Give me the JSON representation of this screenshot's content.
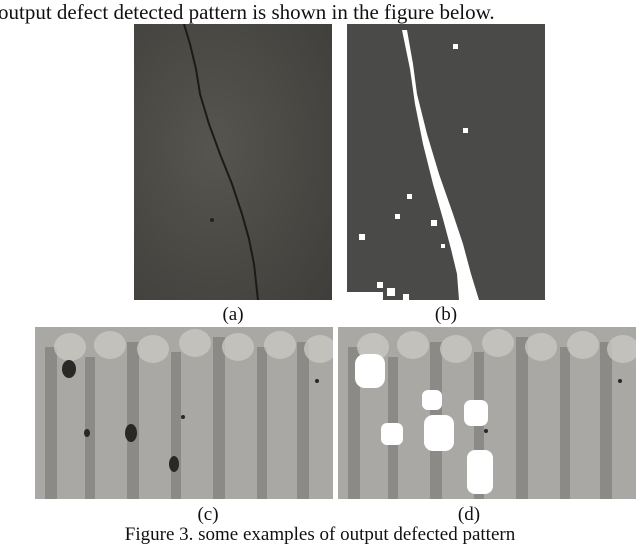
{
  "intro_text": "output defect detected pattern is shown in the figure below.",
  "panels": [
    {
      "id": "a",
      "label": "(a)",
      "description": "crack-photo"
    },
    {
      "id": "b",
      "label": "(b)",
      "description": "crack-detected-mask"
    },
    {
      "id": "c",
      "label": "(c)",
      "description": "textured-surface-photo"
    },
    {
      "id": "d",
      "label": "(d)",
      "description": "textured-surface-detected-mask"
    }
  ],
  "caption": "Figure 3. some examples of output defected pattern",
  "colors": {
    "crack_bg": "#4a4a48",
    "mask": "#ffffff",
    "stone": "#a9a8a4"
  }
}
